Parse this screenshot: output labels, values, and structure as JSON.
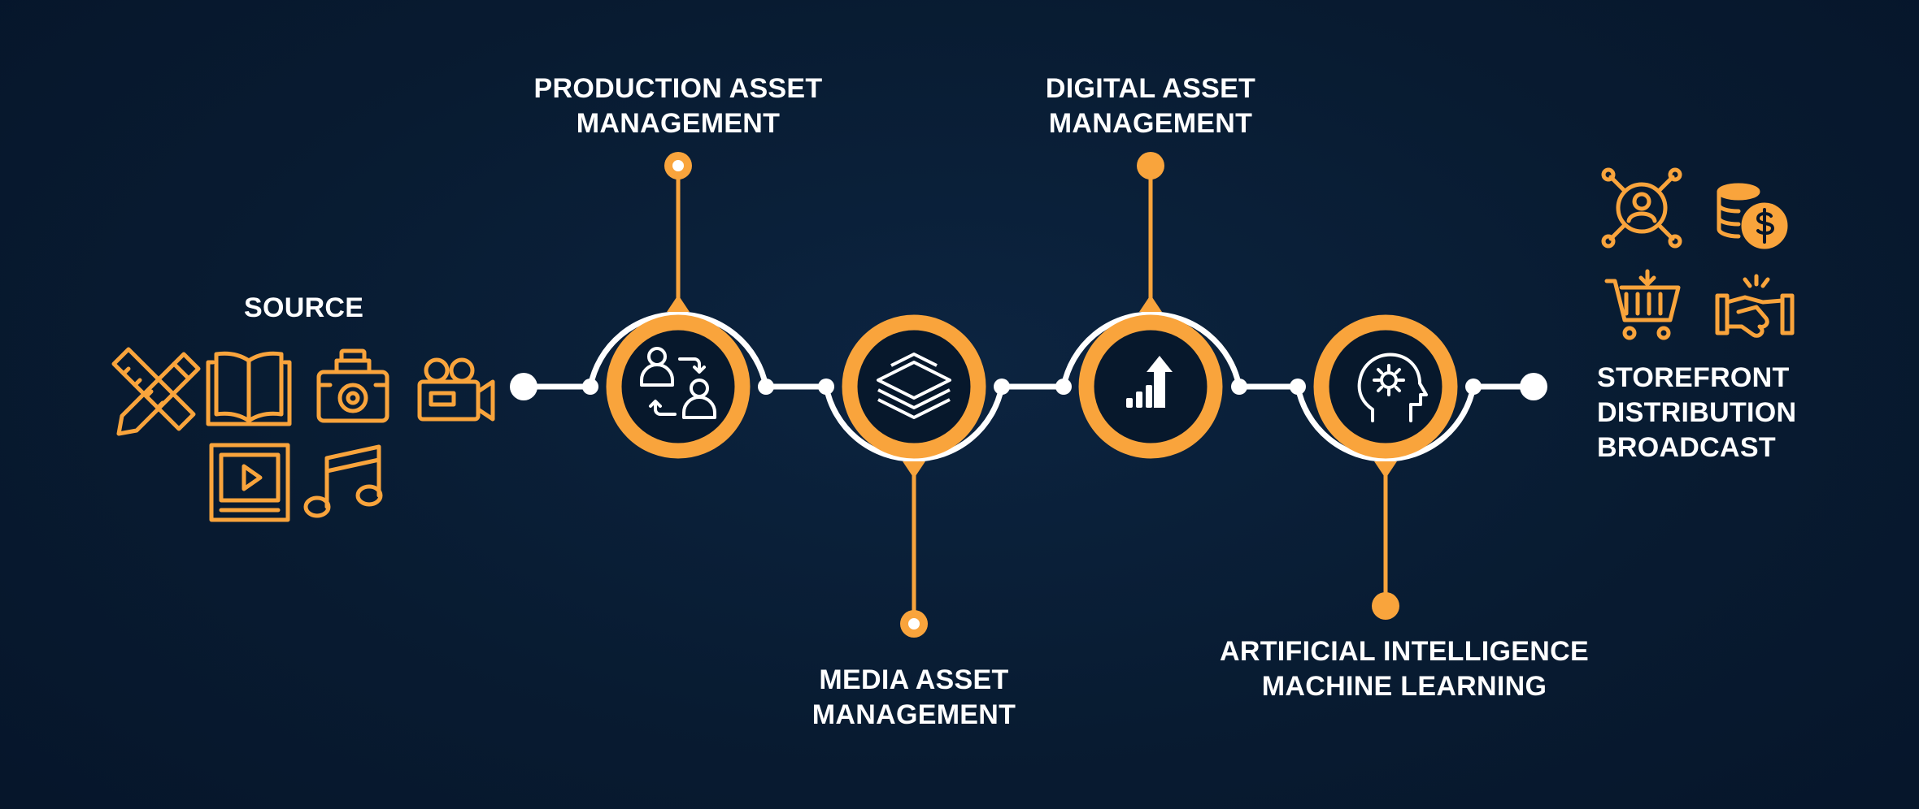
{
  "source": {
    "title": "SOURCE",
    "icons": [
      "pencil-ruler-icon",
      "book-icon",
      "camera-icon",
      "video-camera-icon",
      "video-player-icon",
      "music-note-icon"
    ]
  },
  "stages": [
    {
      "lines": [
        "PRODUCTION ASSET",
        "MANAGEMENT"
      ],
      "icon": "user-exchange-icon",
      "position": "top"
    },
    {
      "lines": [
        "MEDIA ASSET",
        "MANAGEMENT"
      ],
      "icon": "layers-icon",
      "position": "bottom"
    },
    {
      "lines": [
        "DIGITAL ASSET",
        "MANAGEMENT"
      ],
      "icon": "growth-chart-icon",
      "position": "top"
    },
    {
      "lines": [
        "ARTIFICIAL INTELLIGENCE",
        "MACHINE LEARNING"
      ],
      "icon": "ai-head-gear-icon",
      "position": "bottom"
    }
  ],
  "output": {
    "lines": [
      "STOREFRONT",
      "DISTRIBUTION",
      "BROADCAST"
    ],
    "icons": [
      "network-user-icon",
      "coins-dollar-icon",
      "shopping-cart-icon",
      "handshake-icon"
    ]
  },
  "colors": {
    "accent": "#f9a43c",
    "line": "#ffffff",
    "background": "#081b31"
  }
}
